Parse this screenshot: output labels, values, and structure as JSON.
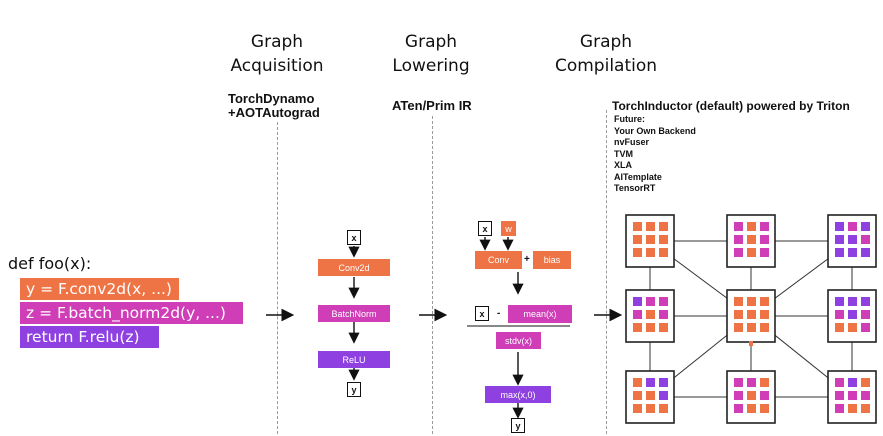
{
  "stages": [
    {
      "title_line1": "Graph",
      "title_line2": "Acquisition",
      "subtitle_line1": "TorchDynamo",
      "subtitle_line2": "+AOTAutograd"
    },
    {
      "title_line1": "Graph",
      "title_line2": "Lowering",
      "subtitle_line1": "ATen/Prim IR"
    },
    {
      "title_line1": "Graph",
      "title_line2": "Compilation",
      "subtitle_line1": "TorchInductor (default) powered by Triton"
    }
  ],
  "future_backends": [
    "Future:",
    "Your Own Backend",
    "nvFuser",
    "TVM",
    "XLA",
    "AITemplate",
    "TensorRT"
  ],
  "code": {
    "def_line": "def foo(x):",
    "lines": [
      "y = F.conv2d(x, ...)",
      "z = F.batch_norm2d(y, ...)",
      "return F.relu(z)"
    ]
  },
  "acquisition_graph": {
    "input": "x",
    "ops": [
      "Conv2d",
      "BatchNorm",
      "ReLU"
    ],
    "output": "y"
  },
  "lowering_graph": {
    "input_x": "x",
    "input_w": "w",
    "conv": "Conv",
    "plus": "+",
    "bias": "bias",
    "minus_x": "x",
    "minus": "-",
    "mean": "mean(x)",
    "stdv": "stdv(x)",
    "max": "max(x,0)",
    "output": "y"
  },
  "colors": {
    "orange": "#EE7446",
    "magenta": "#CF3DB7",
    "purple": "#8E41E0",
    "divider": "#9a9a9a"
  },
  "icons": {
    "arrow": "arrow-right-icon",
    "kernel_grid": "compute-node-grid-icon"
  }
}
